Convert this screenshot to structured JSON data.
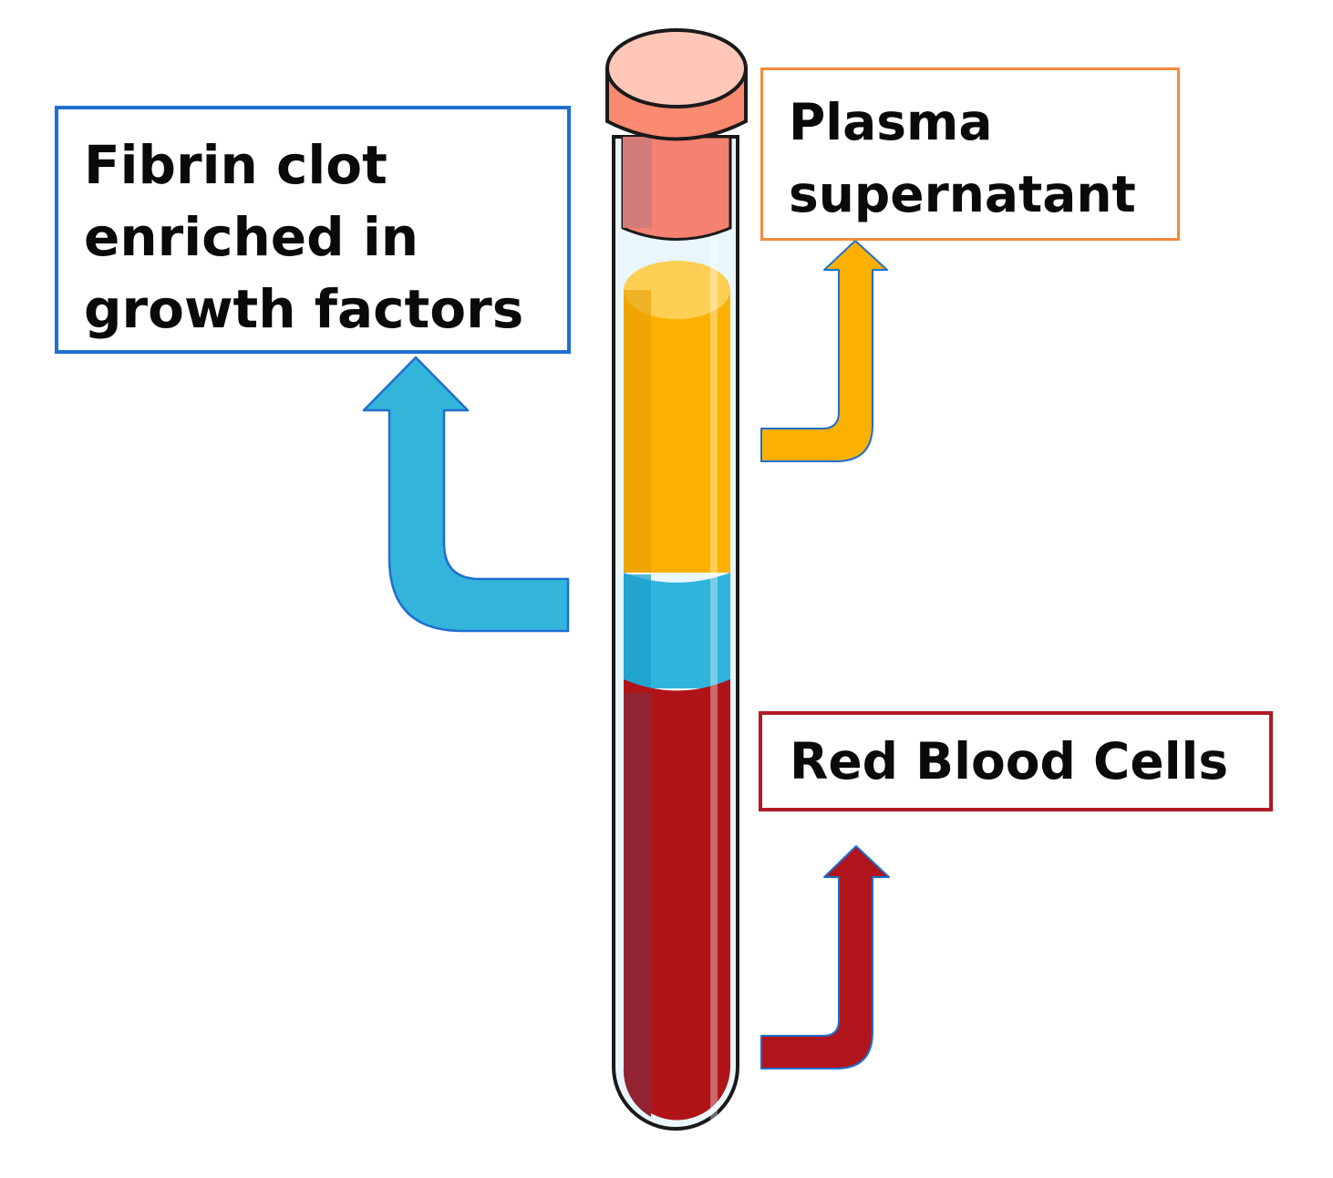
{
  "labels": {
    "fibrin_clot": [
      "Fibrin clot",
      "enriched in",
      "growth factors"
    ],
    "plasma": [
      "Plasma",
      "supernatant"
    ],
    "rbc": [
      "Red Blood Cells"
    ]
  },
  "colors": {
    "fibrin_border": "#1f6fd1",
    "plasma_border": "#f48a3c",
    "rbc_border": "#b01a24",
    "cap": "#fa8a70",
    "cap_top": "#ffc7b8",
    "plasma_layer": "#fdb100",
    "buffy_layer": "#2fb4dc",
    "rbc_layer": "#b01419",
    "arrow_blue": "#33b4da",
    "arrow_orange": "#fcb000",
    "arrow_red": "#b0151c"
  },
  "icons": [
    "test-tube-icon",
    "arrow-up-icon"
  ]
}
